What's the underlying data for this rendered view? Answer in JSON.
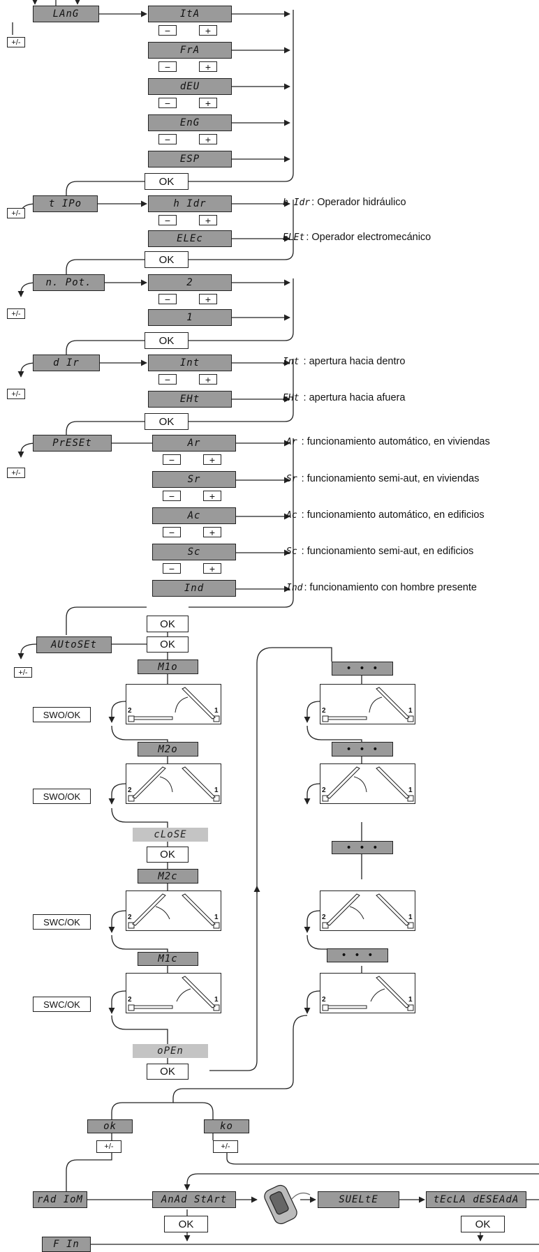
{
  "lang": {
    "menu": "LAnG",
    "pm": "+/-",
    "options": [
      "ItA",
      "FrA",
      "dEU",
      "EnG",
      "ESP"
    ],
    "ok": "OK"
  },
  "tipo": {
    "menu": "t IPo",
    "pm": "+/-",
    "options": [
      "h Idr",
      "ELEc"
    ],
    "ok": "OK",
    "descs": [
      {
        "code": "h Idr",
        "text": ": Operador hidráulico"
      },
      {
        "code": "ELEt",
        "text": ": Operador electromecánico"
      }
    ]
  },
  "npot": {
    "menu": "n. Pot.",
    "pm": "+/-",
    "options": [
      "2",
      "1"
    ],
    "ok": "OK"
  },
  "dir": {
    "menu": "d Ir",
    "pm": "+/-",
    "options": [
      "Int",
      "EHt"
    ],
    "ok": "OK",
    "descs": [
      {
        "code": "Int",
        "text": " : apertura hacia dentro"
      },
      {
        "code": "EHt",
        "text": " : apertura hacia afuera"
      }
    ]
  },
  "preset": {
    "menu": "PrESEt",
    "pm": "+/-",
    "options": [
      "Ar",
      "Sr",
      "Ac",
      "Sc",
      "Ind"
    ],
    "ok": "OK",
    "descs": [
      {
        "code": "Ar",
        "text": " : funcionamiento automático, en viviendas"
      },
      {
        "code": "Sr",
        "text": " : funcionamiento semi-aut, en viviendas"
      },
      {
        "code": "Ac",
        "text": " : funcionamiento automático, en edificios"
      },
      {
        "code": "Sc",
        "text": " : funcionamiento semi-aut, en edificios"
      },
      {
        "code": "Ind",
        "text": ": funcionamiento con hombre presente"
      }
    ]
  },
  "autoset": {
    "menu": "AUtoSEt",
    "pm": "+/-",
    "ok": "OK",
    "steps": [
      "M1o",
      "M2o",
      "cLoSE",
      "M2c",
      "M1c",
      "oPEn"
    ],
    "sw": [
      "SWO/OK",
      "SWO/OK",
      "SWC/OK",
      "SWC/OK"
    ],
    "ok2": "OK",
    "ok3": "OK",
    "dots": "• • •",
    "leaf_labels": [
      "2",
      "1"
    ]
  },
  "result": {
    "ok": "ok",
    "ko": "ko",
    "pm": "+/-"
  },
  "radio": {
    "menu": "rAd IoM",
    "start": "AnAd StArt",
    "release": "SUELtE",
    "key": "tEcLA dESEAdA",
    "ok": "OK",
    "fin": "F In"
  },
  "common": {
    "minus": "−",
    "plus": "+"
  }
}
